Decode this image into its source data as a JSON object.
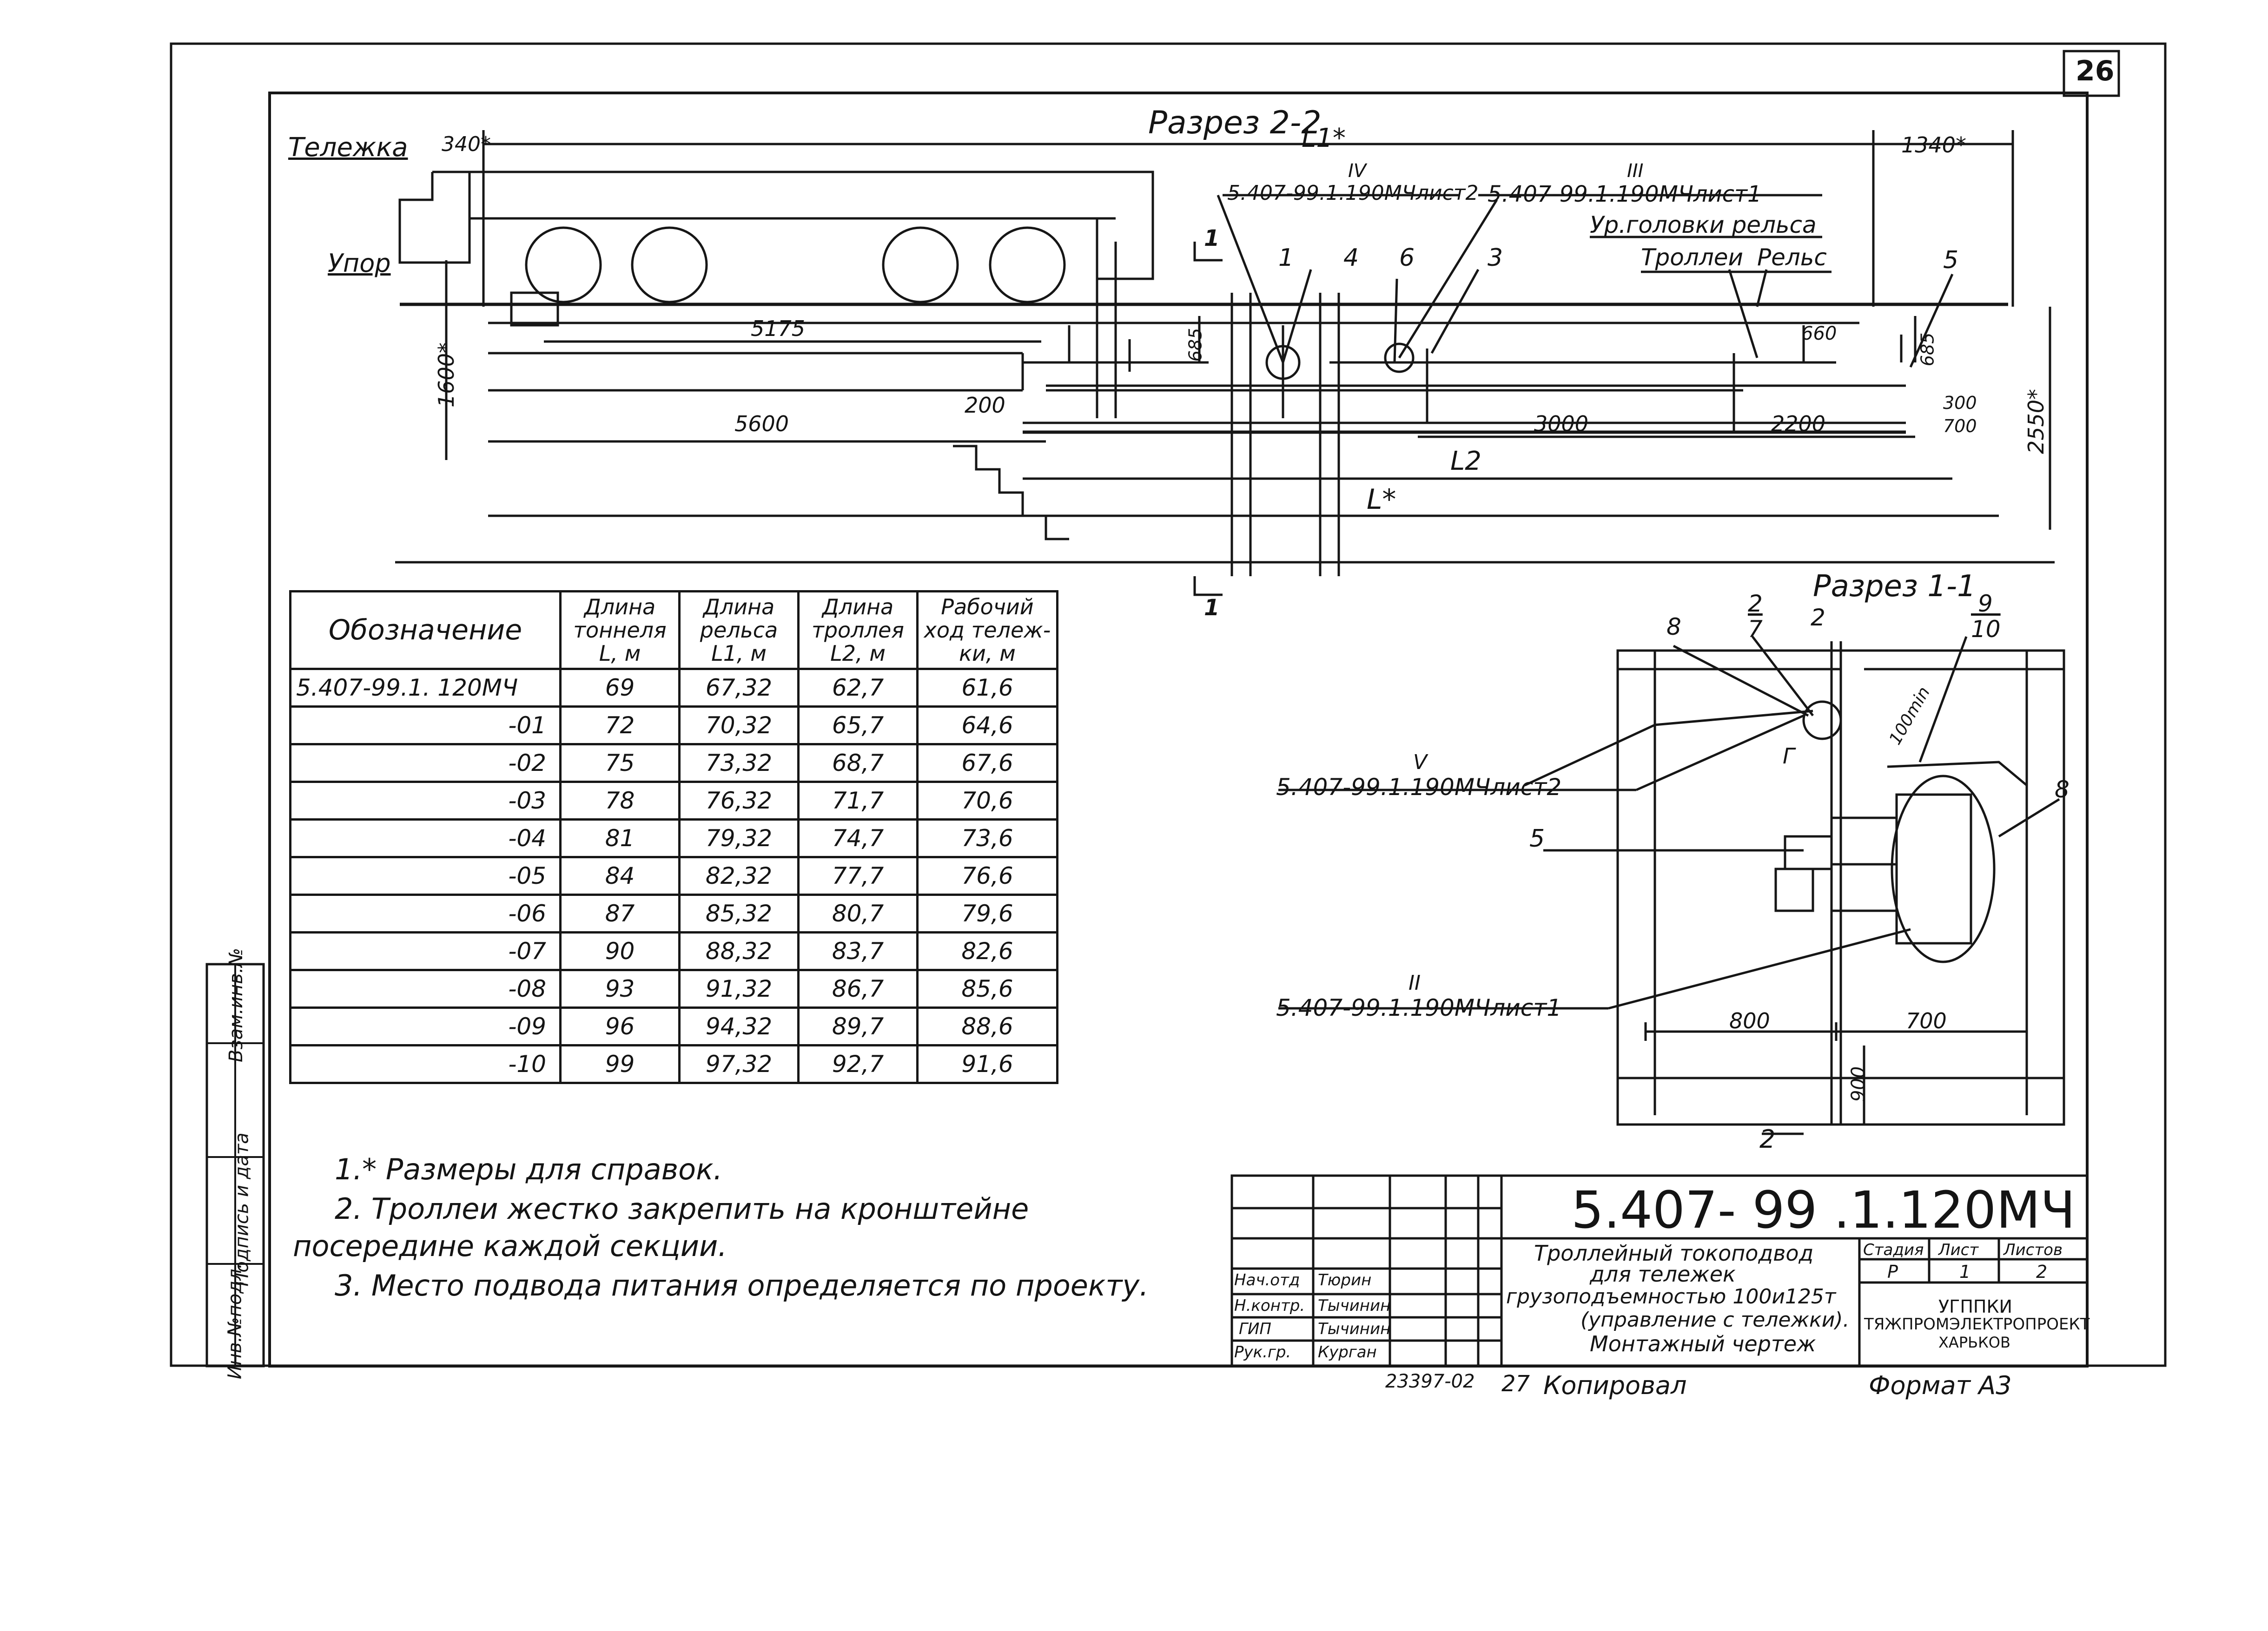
{
  "sheet_number": "26",
  "section_2_2": {
    "title": "Разрез 2-2",
    "labels": {
      "trolley": "Тележка",
      "stop": "Упор",
      "rail_head_level": "Ур.головки рельса",
      "trolleys_word": "Троллеи",
      "rail_word": "Рельс",
      "dim_340": "340*",
      "dim_1340": "1340*",
      "dim_L1": "L1*",
      "dim_L2": "L2",
      "dim_L": "L*",
      "dim_5175": "5175",
      "dim_5600": "5600",
      "dim_200": "200",
      "dim_685_left": "685",
      "dim_685_right": "685",
      "dim_660": "660",
      "dim_300": "300",
      "dim_700": "700",
      "dim_3000": "3000",
      "dim_2200": "2200",
      "dim_1600": "1600*",
      "dim_2550": "2550*",
      "cut_mark": "1",
      "ref_IV_num": "IV",
      "ref_IV": "5.407-99.1.190МЧлист2",
      "ref_III_num": "III",
      "ref_III": "5.407-99.1.190МЧлист1",
      "pos_1": "1",
      "pos_4": "4",
      "pos_6": "6",
      "pos_3": "3",
      "pos_5": "5"
    }
  },
  "section_1_1": {
    "title": "Разрез 1-1",
    "labels": {
      "pos_2": "2",
      "pos_7": "7",
      "pos_8_top": "8",
      "pos_8_right": "8",
      "pos_9": "9",
      "pos_10": "10",
      "pos_5": "5",
      "cut_2_top": "2",
      "cut_2_bottom": "2",
      "node_G": "Г",
      "dim_100": "100min",
      "dim_800": "800",
      "dim_700": "700",
      "dim_900": "900",
      "ref_V_num": "V",
      "ref_V": "5.407-99.1.190МЧлист2",
      "ref_II_num": "II",
      "ref_II": "5.407-99.1.190МЧлист1"
    }
  },
  "table": {
    "headers": [
      "Обозначение",
      "Длина тоннеля L, м",
      "Длина рельса L1, м",
      "Длина троллея L2, м",
      "Рабочий ход тележ-ки, м"
    ],
    "rows": [
      [
        "5.407-99.1. 120МЧ",
        "69",
        "67,32",
        "62,7",
        "61,6"
      ],
      [
        "-01",
        "72",
        "70,32",
        "65,7",
        "64,6"
      ],
      [
        "-02",
        "75",
        "73,32",
        "68,7",
        "67,6"
      ],
      [
        "-03",
        "78",
        "76,32",
        "71,7",
        "70,6"
      ],
      [
        "-04",
        "81",
        "79,32",
        "74,7",
        "73,6"
      ],
      [
        "-05",
        "84",
        "82,32",
        "77,7",
        "76,6"
      ],
      [
        "-06",
        "87",
        "85,32",
        "80,7",
        "79,6"
      ],
      [
        "-07",
        "90",
        "88,32",
        "83,7",
        "82,6"
      ],
      [
        "-08",
        "93",
        "91,32",
        "86,7",
        "85,6"
      ],
      [
        "-09",
        "96",
        "94,32",
        "89,7",
        "88,6"
      ],
      [
        "-10",
        "99",
        "97,32",
        "92,7",
        "91,6"
      ]
    ]
  },
  "notes": [
    "1.* Размеры для справок.",
    "2. Троллеи жестко закрепить на кронштейне",
    "посередине каждой секции.",
    "3. Место подвода питания определяется по проекту."
  ],
  "title_block": {
    "code": "5.407- 99 .1.120МЧ",
    "description_line1": "Троллейный токоподвод",
    "description_line2": "для тележек",
    "description_line3": "грузоподъемностью 100и125т",
    "description_line4": "(управление с тележки).",
    "description_line5": "Монтажный чертеж",
    "stage_header": "Стадия",
    "sheet_header": "Лист",
    "sheets_header": "Листов",
    "stage": "Р",
    "sheet": "1",
    "sheets": "2",
    "org_line1": "УГППКИ",
    "org_line2": "ТЯЖПРОМЭЛЕКТРОПРОЕКТ",
    "org_line3": "ХАРЬКОВ",
    "roles": [
      {
        "role": "Нач.отд",
        "name": "Тюрин"
      },
      {
        "role": "Н.контр.",
        "name": "Тычинин"
      },
      {
        "role": "ГИП",
        "name": "Тычинин"
      },
      {
        "role": "Рук.гр.",
        "name": "Курган"
      }
    ]
  },
  "side_stamp": [
    "Инв.№подл.",
    "Подпись и дата",
    "Взам.инв.№"
  ],
  "footer": {
    "number": "23397-02",
    "page": "27",
    "copied": "Копировал",
    "format": "Формат А3"
  }
}
